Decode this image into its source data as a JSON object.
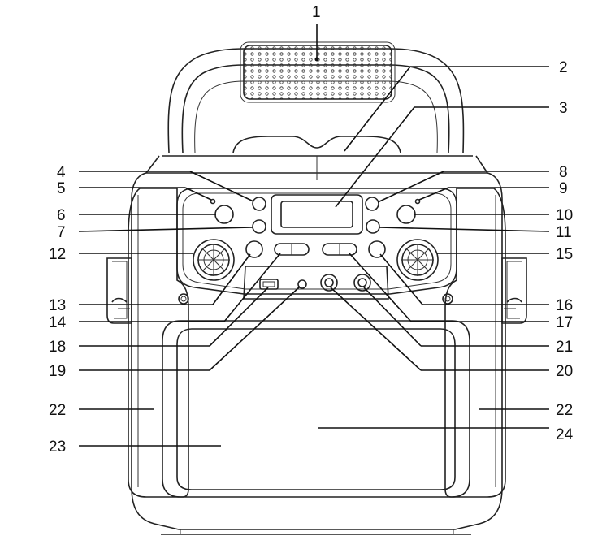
{
  "diagram": {
    "callouts": [
      {
        "id": "c1",
        "label": "1"
      },
      {
        "id": "c2",
        "label": "2"
      },
      {
        "id": "c3",
        "label": "3"
      },
      {
        "id": "c4",
        "label": "4"
      },
      {
        "id": "c5",
        "label": "5"
      },
      {
        "id": "c6",
        "label": "6"
      },
      {
        "id": "c7",
        "label": "7"
      },
      {
        "id": "c8",
        "label": "8"
      },
      {
        "id": "c9",
        "label": "9"
      },
      {
        "id": "c10",
        "label": "10"
      },
      {
        "id": "c11",
        "label": "11"
      },
      {
        "id": "c12",
        "label": "12"
      },
      {
        "id": "c13",
        "label": "13"
      },
      {
        "id": "c14",
        "label": "14"
      },
      {
        "id": "c15",
        "label": "15"
      },
      {
        "id": "c16",
        "label": "16"
      },
      {
        "id": "c17",
        "label": "17"
      },
      {
        "id": "c18",
        "label": "18"
      },
      {
        "id": "c19",
        "label": "19"
      },
      {
        "id": "c20",
        "label": "20"
      },
      {
        "id": "c21",
        "label": "21"
      },
      {
        "id": "c22a",
        "label": "22"
      },
      {
        "id": "c22b",
        "label": "22"
      },
      {
        "id": "c23",
        "label": "23"
      },
      {
        "id": "c24",
        "label": "24"
      }
    ]
  }
}
